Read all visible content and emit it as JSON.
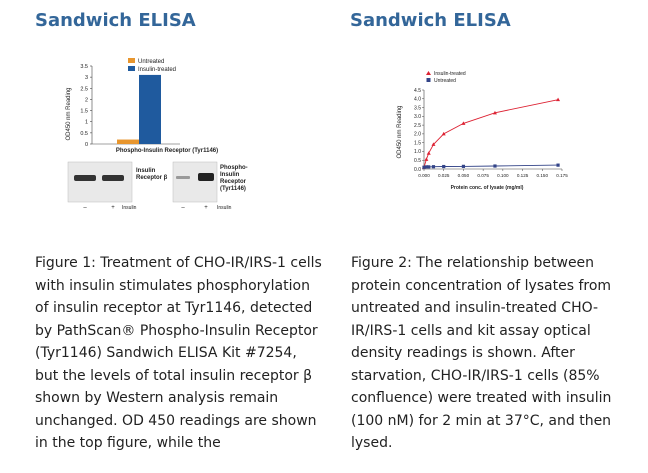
{
  "left": {
    "heading": "Sandwich ELISA",
    "caption": "Figure 1: Treatment of CHO-IR/IRS-1 cells with insulin stimulates phosphorylation of insulin receptor at Tyr1146, detected by PathScan® Phospho-Insulin Receptor (Tyr1146) Sandwich ELISA Kit #7254, but the levels of total insulin receptor β shown by Western analysis remain unchanged. OD 450 readings are shown in the top figure, while the"
  },
  "right": {
    "heading": "Sandwich ELISA",
    "caption": "Figure 2: The relationship between protein concentration of lysates from untreated and insulin-treated CHO-IR/IRS-1 cells and kit assay optical density readings is shown. After starvation, CHO-IR/IRS-1 cells (85% confluence) were treated with insulin (100 nM) for 2 min at 37°C, and then lysed."
  },
  "colors": {
    "heading": "#336699",
    "untreated_bar": "#e8962e",
    "treated_bar": "#1f5a9e",
    "curve": "#dd2233",
    "untreated_line": "#334488"
  },
  "chart_data": [
    {
      "type": "bar",
      "categories": [
        "Phospho-Insulin Receptor (Tyr1146)"
      ],
      "series": [
        {
          "name": "Untreated",
          "values": [
            0.2
          ]
        },
        {
          "name": "Insulin-treated",
          "values": [
            3.1
          ]
        }
      ],
      "title": "",
      "xlabel": "Phospho-Insulin Receptor (Tyr1146)",
      "ylabel": "OD450 nm Reading",
      "ylim": [
        0,
        3.5
      ],
      "yticks": [
        "0",
        "0.5",
        "1",
        "1.5",
        "2",
        "2.5",
        "3",
        "3.5"
      ],
      "legend": "top",
      "blots": [
        {
          "label_lines": [
            "Insulin",
            "Receptor β"
          ],
          "lanes": [
            "–",
            "+"
          ],
          "xlabel": "Insulin"
        },
        {
          "label_lines": [
            "Phospho-",
            "Insulin",
            "Receptor",
            "(Tyr1146)"
          ],
          "lanes": [
            "–",
            "+"
          ],
          "xlabel": "Insulin"
        }
      ]
    },
    {
      "type": "line",
      "series": [
        {
          "name": "Insulin-treated",
          "x": [
            0,
            0.003,
            0.006,
            0.012,
            0.025,
            0.05,
            0.09,
            0.17
          ],
          "y": [
            0.1,
            0.55,
            0.9,
            1.4,
            2.0,
            2.6,
            3.2,
            3.95
          ]
        },
        {
          "name": "Untreated",
          "x": [
            0,
            0.003,
            0.006,
            0.012,
            0.025,
            0.05,
            0.09,
            0.17
          ],
          "y": [
            0.1,
            0.12,
            0.12,
            0.13,
            0.14,
            0.15,
            0.17,
            0.22
          ]
        }
      ],
      "title": "",
      "xlabel": "Protein conc. of lysate (mg/ml)",
      "ylabel": "OD450 nm Reading",
      "xlim": [
        0,
        0.175
      ],
      "ylim": [
        0,
        4.5
      ],
      "xticks": [
        "0.000",
        "0.025",
        "0.050",
        "0.075",
        "0.100",
        "0.125",
        "0.150",
        "0.175"
      ],
      "yticks": [
        "0.0",
        "0.5",
        "1.0",
        "1.5",
        "2.0",
        "2.5",
        "3.0",
        "3.5",
        "4.0",
        "4.5"
      ],
      "legend": "top-left"
    }
  ]
}
